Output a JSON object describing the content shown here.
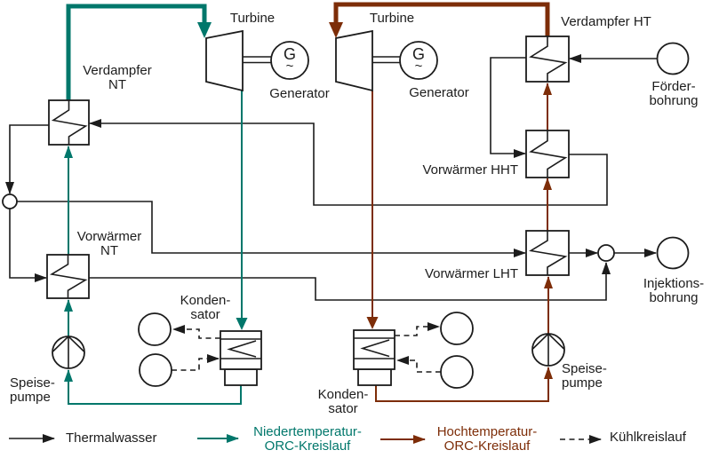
{
  "colors": {
    "line": "#1c1c1c",
    "nt_orc": "#00776b",
    "ht_orc": "#7d2d08",
    "background": "#ffffff"
  },
  "components": {
    "verdampfer_nt": {
      "line1": "Verdampfer",
      "line2": "NT"
    },
    "turbine_nt": {
      "label": "Turbine"
    },
    "generator_nt": {
      "symbol": "G",
      "ac": "~",
      "label": "Generator"
    },
    "turbine_ht": {
      "label": "Turbine"
    },
    "generator_ht": {
      "symbol": "G",
      "ac": "~",
      "label": "Generator"
    },
    "verdampfer_ht": {
      "label": "Verdampfer HT"
    },
    "foerderbohrung": {
      "line1": "Förder-",
      "line2": "bohrung"
    },
    "vorwaermer_hht": {
      "label": "Vorwärmer HHT"
    },
    "vorwaermer_nt": {
      "line1": "Vorwärmer",
      "line2": "NT"
    },
    "vorwaermer_lht": {
      "label": "Vorwärmer LHT"
    },
    "injektionsbohrung": {
      "line1": "Injektions-",
      "line2": "bohrung"
    },
    "kondensator_nt": {
      "line1": "Konden-",
      "line2": "sator"
    },
    "kondensator_ht": {
      "line1": "Konden-",
      "line2": "sator"
    },
    "speisepumpe_nt": {
      "line1": "Speise-",
      "line2": "pumpe"
    },
    "speisepumpe_ht": {
      "line1": "Speise-",
      "line2": "pumpe"
    }
  },
  "legend": {
    "thermalwasser": "Thermalwasser",
    "nt_orc": {
      "line1": "Niedertemperatur-",
      "line2": "ORC-Kreislauf"
    },
    "ht_orc": {
      "line1": "Hochtemperatur-",
      "line2": "ORC-Kreislauf"
    },
    "kuehlkreislauf": "Kühlkreislauf"
  }
}
